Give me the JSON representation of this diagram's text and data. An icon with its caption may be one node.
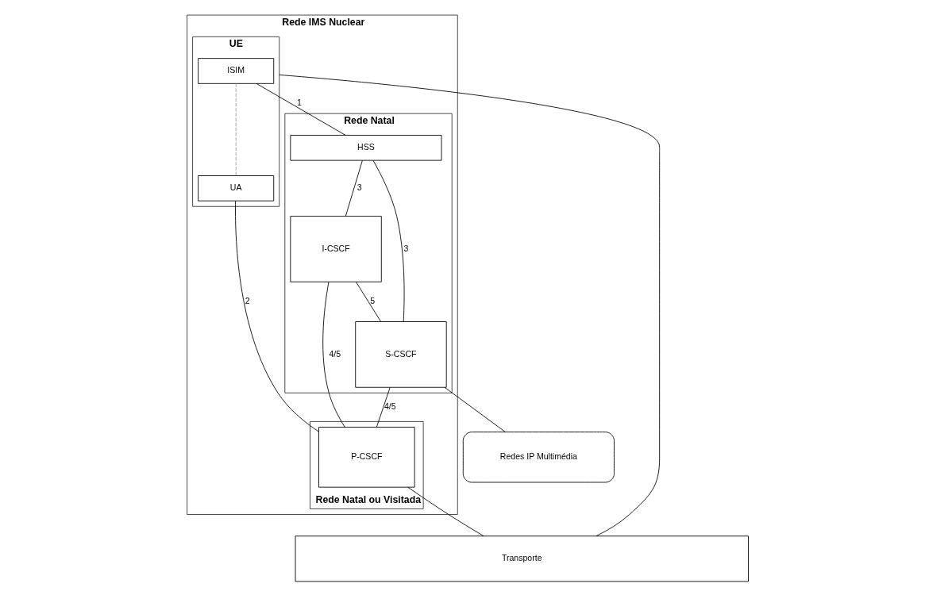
{
  "diagram": {
    "nodes": [
      {
        "text": [
          "Rede IMS Nuclear"
        ]
      },
      {
        "text": [
          "UE"
        ],
        "in": 0
      },
      {
        "text": [
          "ISIM"
        ],
        "in": 1
      },
      {
        "text": [
          "UA"
        ],
        "in": 1
      },
      {
        "text": [
          "Rede Natal"
        ],
        "in": 0
      },
      {
        "text": [
          "HSS"
        ],
        "in": 4
      },
      {
        "text": [
          "I-CSCF"
        ],
        "in": 4
      },
      {
        "text": [
          "S-CSCF"
        ],
        "in": 4
      },
      {
        "text": [
          "Rede Natal ou Visitada"
        ],
        "in": 0
      },
      {
        "text": [
          "P-CSCF"
        ],
        "in": 8
      },
      {
        "text": [
          "Redes IP Multimédia"
        ]
      },
      {
        "text": [
          "Transporte"
        ]
      }
    ],
    "edges": [
      {
        "from": 2,
        "to": 5,
        "arrow": "none",
        "label": "1"
      },
      {
        "from": 2,
        "to": 3,
        "arrow": "none",
        "style": "dashed",
        "color": "#999999"
      },
      {
        "from": 5,
        "to": 6,
        "arrow": "none",
        "label": "3"
      },
      {
        "from": 5,
        "to": 7,
        "arrow": "none",
        "label": "3"
      },
      {
        "from": 6,
        "to": 7,
        "arrow": "none",
        "label": "5"
      },
      {
        "from": 7,
        "to": 10,
        "arrow": "none"
      },
      {
        "from": 6,
        "to": 9,
        "arrow": "none",
        "label": "4/5"
      },
      {
        "from": 7,
        "to": 9,
        "arrow": "none",
        "label": "4/5"
      },
      {
        "from": 3,
        "to": 9,
        "arrow": "none",
        "label": "2"
      },
      {
        "from": 1,
        "to": 11,
        "arrow": "none"
      },
      {
        "from": 9,
        "to": 11,
        "arrow": "none"
      }
    ]
  }
}
